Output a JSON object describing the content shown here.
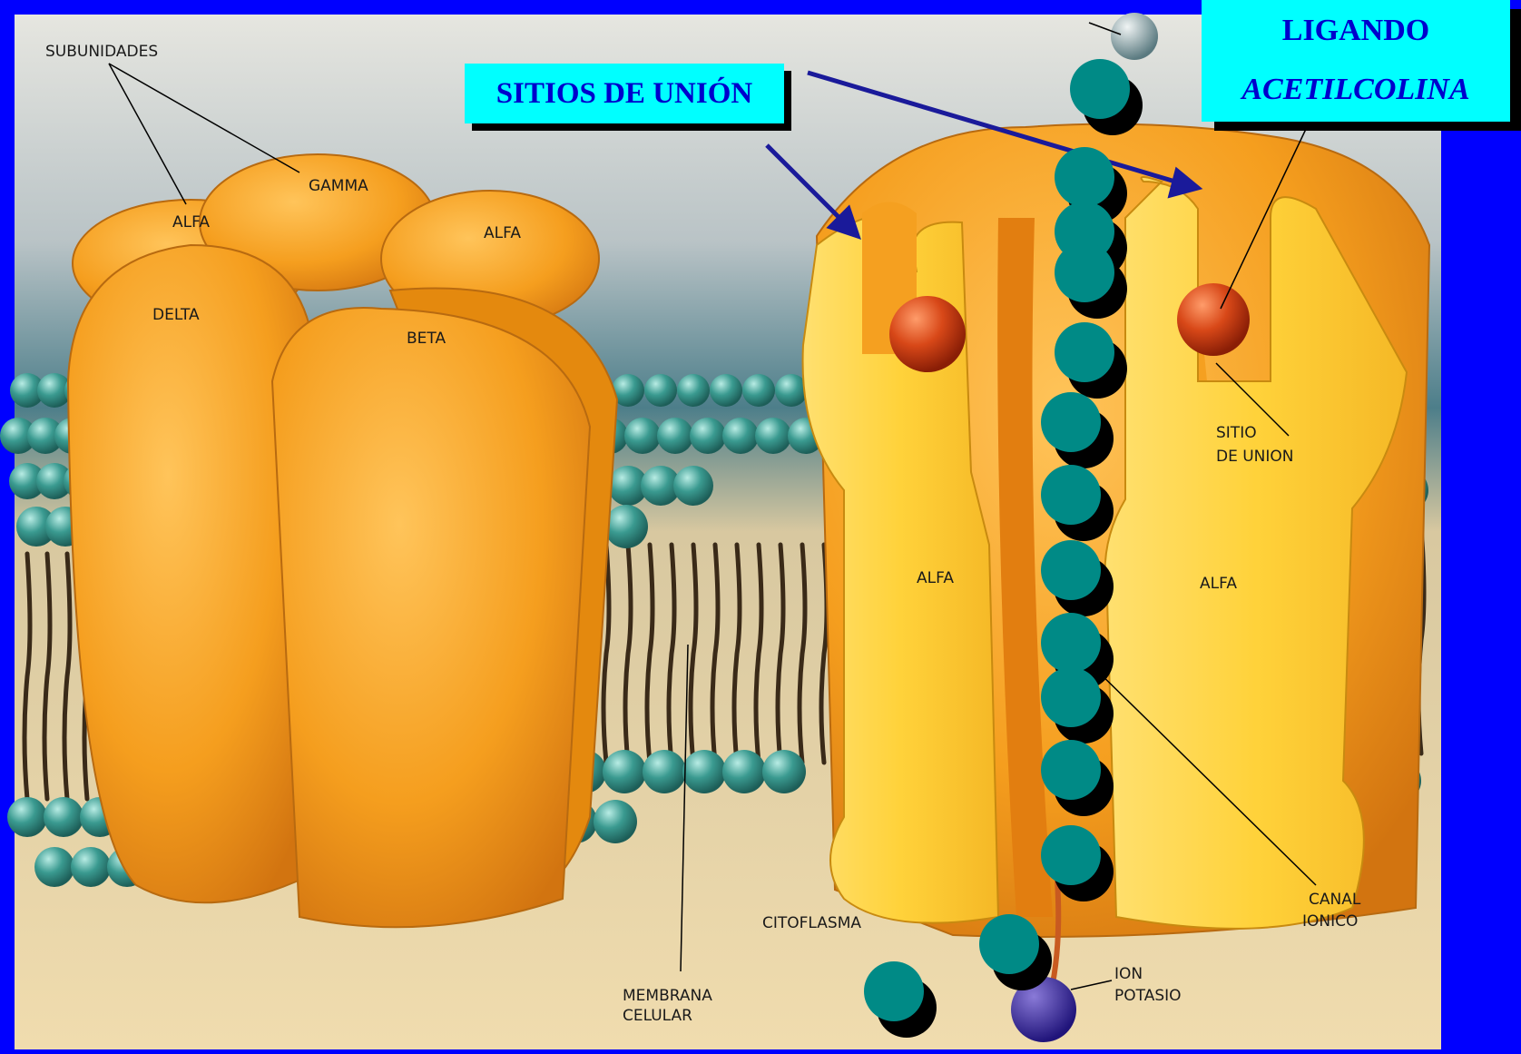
{
  "callouts": {
    "binding_sites": "SITIOS DE UNIÓN",
    "ligand_title": "LIGANDO",
    "ligand_name": "ACETILCOLINA"
  },
  "labels": {
    "subunits": "SUBUNIDADES",
    "gamma": "GAMMA",
    "alfa_left": "ALFA",
    "alfa_right": "ALFA",
    "delta": "DELTA",
    "beta": "BETA",
    "alfa_cut_left": "ALFA",
    "alfa_cut_right": "ALFA",
    "sitio_line1": "SITIO",
    "sitio_line2": "DE UNION",
    "citoplasma": "CITOFLASMA",
    "membrana_line1": "MEMBRANA",
    "membrana_line2": "CELULAR",
    "canal_line1": "CANAL",
    "canal_line2": "IONICO",
    "ion_line1": "ION",
    "ion_line2": "POTASIO"
  },
  "colors": {
    "background_frame": "#0000ff",
    "callout_fill": "#00ffff",
    "callout_text": "#0000cc",
    "protein_orange": "#f5a020",
    "protein_yellow": "#ffd23a",
    "lipid_head": "#2f8f86",
    "ligand_ball": "#c83210",
    "ion_ball": "#3a2a90",
    "acetylcholine_ball": "#008a86"
  },
  "icons": [
    "ligand-sphere",
    "potassium-ion-sphere",
    "acetylcholine-ball",
    "lipid-head"
  ]
}
